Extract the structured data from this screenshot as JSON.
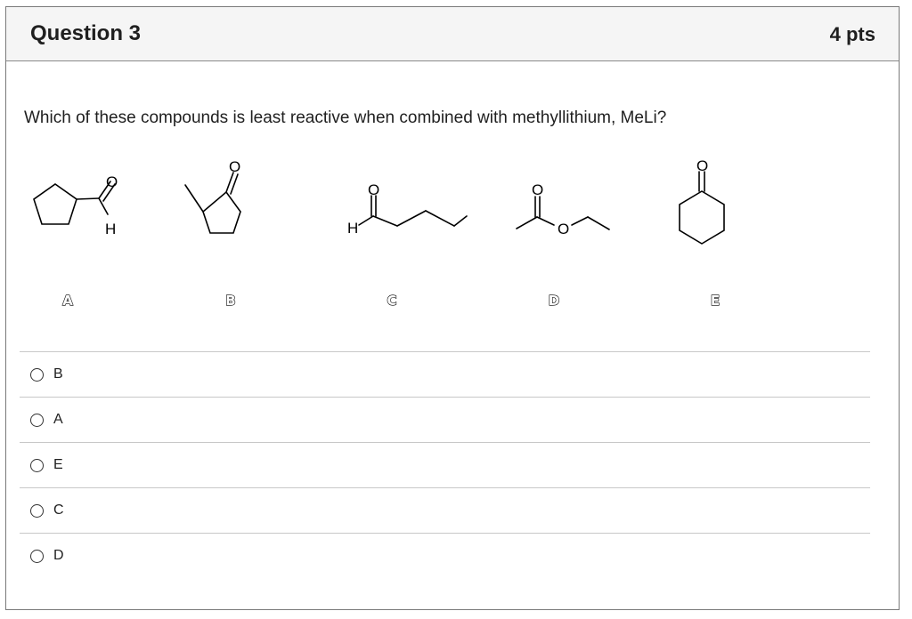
{
  "question": {
    "title": "Question 3",
    "points": "4 pts",
    "prompt": "Which of these compounds is least reactive when combined with methyllithium, MeLi?"
  },
  "structures": [
    {
      "label": "A",
      "atoms": [
        "O",
        "H"
      ]
    },
    {
      "label": "B",
      "atoms": [
        "O"
      ]
    },
    {
      "label": "C",
      "atoms": [
        "O",
        "H"
      ]
    },
    {
      "label": "D",
      "atoms": [
        "O",
        "O"
      ]
    },
    {
      "label": "E",
      "atoms": [
        "O"
      ]
    }
  ],
  "answers": [
    {
      "label": "B"
    },
    {
      "label": "A"
    },
    {
      "label": "E"
    },
    {
      "label": "C"
    },
    {
      "label": "D"
    }
  ]
}
